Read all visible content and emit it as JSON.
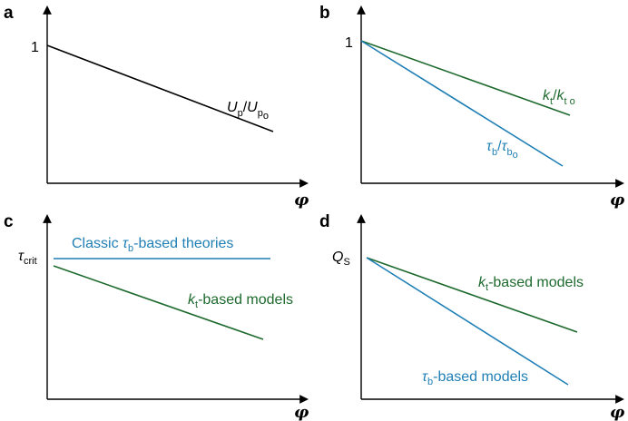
{
  "colors": {
    "black": "#000000",
    "green": "#1e6a2e",
    "blue": "#1f7fb5"
  },
  "panels": {
    "a": {
      "letter": "a",
      "y_tick": "1",
      "x_axis": "φ",
      "line_label": {
        "v1": "U",
        "s1": "p",
        "slash": "/",
        "v2": "U",
        "s2": "p",
        "s3": "o"
      }
    },
    "b": {
      "letter": "b",
      "y_tick": "1",
      "x_axis": "φ",
      "green_label": {
        "v1": "k",
        "s1": "t",
        "slash": "/",
        "v2": "k",
        "s2": "t o"
      },
      "blue_label": {
        "v1": "τ",
        "s1": "b",
        "slash": "/",
        "v2": "τ",
        "s2": "b",
        "s3": "o"
      }
    },
    "c": {
      "letter": "c",
      "y_var": "τ",
      "y_sub": "crit",
      "x_axis": "φ",
      "blue_label": {
        "pre": "Classic ",
        "var": "τ",
        "sub": "b",
        "post": "-based theories"
      },
      "green_label": {
        "var": "k",
        "sub": "t",
        "post": "-based models"
      }
    },
    "d": {
      "letter": "d",
      "y_var": "Q",
      "y_sub": "S",
      "x_axis": "φ",
      "green_label": {
        "var": "k",
        "sub": "t",
        "post": "-based models"
      },
      "blue_label": {
        "var": "τ",
        "sub": "b",
        "post": "-based models"
      }
    }
  }
}
